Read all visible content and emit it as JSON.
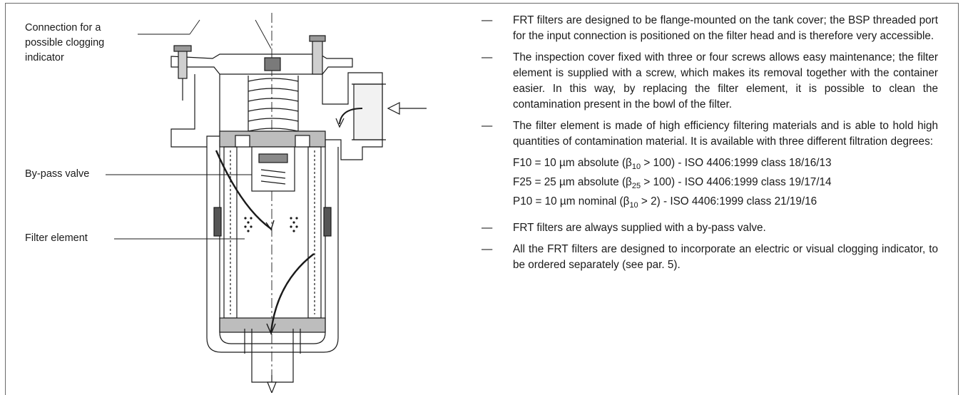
{
  "labels": {
    "connection": "Connection for a\npossible clogging\nindicator",
    "bypass": "By-pass valve",
    "filter_element": "Filter element"
  },
  "bullets": [
    "FRT filters are designed to be flange-mounted on the tank cover; the BSP threaded port for the input connection is positioned on the filter head and is therefore very accessible.",
    "The inspection cover fixed with three or four screws allows easy maintenance; the filter element is supplied with a screw, which makes its removal together with the container easier. In this way, by replacing the filter element, it is possible to clean the contamination present in the bowl of the filter.",
    "The filter element is made of high efficiency filtering materials and is able to hold high quantities of contamination material. It is available with three different filtration degrees:",
    "FRT filters are always supplied with a by-pass valve.",
    "All the FRT filters are designed to incorporate an electric or visual clogging indicator, to be ordered separately (see par. 5)."
  ],
  "dash": "—",
  "specs": [
    {
      "code": "F10 = 10 µm absolute (β",
      "sub": "10",
      "rest": " > 100) - ISO 4406:1999 class 18/16/13"
    },
    {
      "code": "F25 = 25 µm absolute (β",
      "sub": "25",
      "rest": " > 100) - ISO 4406:1999 class 19/17/14"
    },
    {
      "code": "P10 = 10 µm nominal (β",
      "sub": "10",
      "rest": " > 2) - ISO 4406:1999 class 21/19/16"
    }
  ]
}
